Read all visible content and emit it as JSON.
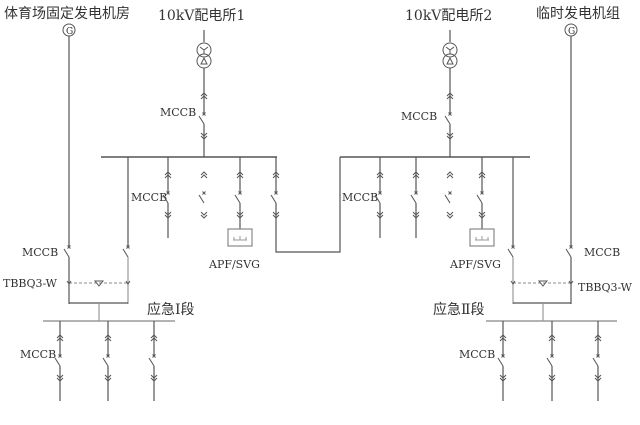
{
  "diagram": {
    "sources": {
      "gen_left": "体育场固定发电机房",
      "sub_left": "10kV配电所1",
      "sub_right": "10kV配电所2",
      "gen_right": "临时发电机组",
      "gen_symbol": "G"
    },
    "labels": {
      "mccb": "MCCB",
      "ats": "TBBQ3-W",
      "apf": "APF/SVG",
      "section_1": "应急Ⅰ段",
      "section_2": "应急Ⅱ段"
    },
    "structure": {
      "left_bus_feeders": 5,
      "right_bus_feeders": 5,
      "emergency_section_1_feeders": 3,
      "emergency_section_2_feeders": 3,
      "bus_tie": "between left and right main buses"
    },
    "icons": {
      "generator": "generator-icon",
      "transformer": "transformer-icon",
      "breaker": "circuit-breaker-icon",
      "plug_in": "draw-out-contact-icon",
      "filter": "apf-svg-icon",
      "ats_triangle": "ats-transfer-icon"
    }
  }
}
